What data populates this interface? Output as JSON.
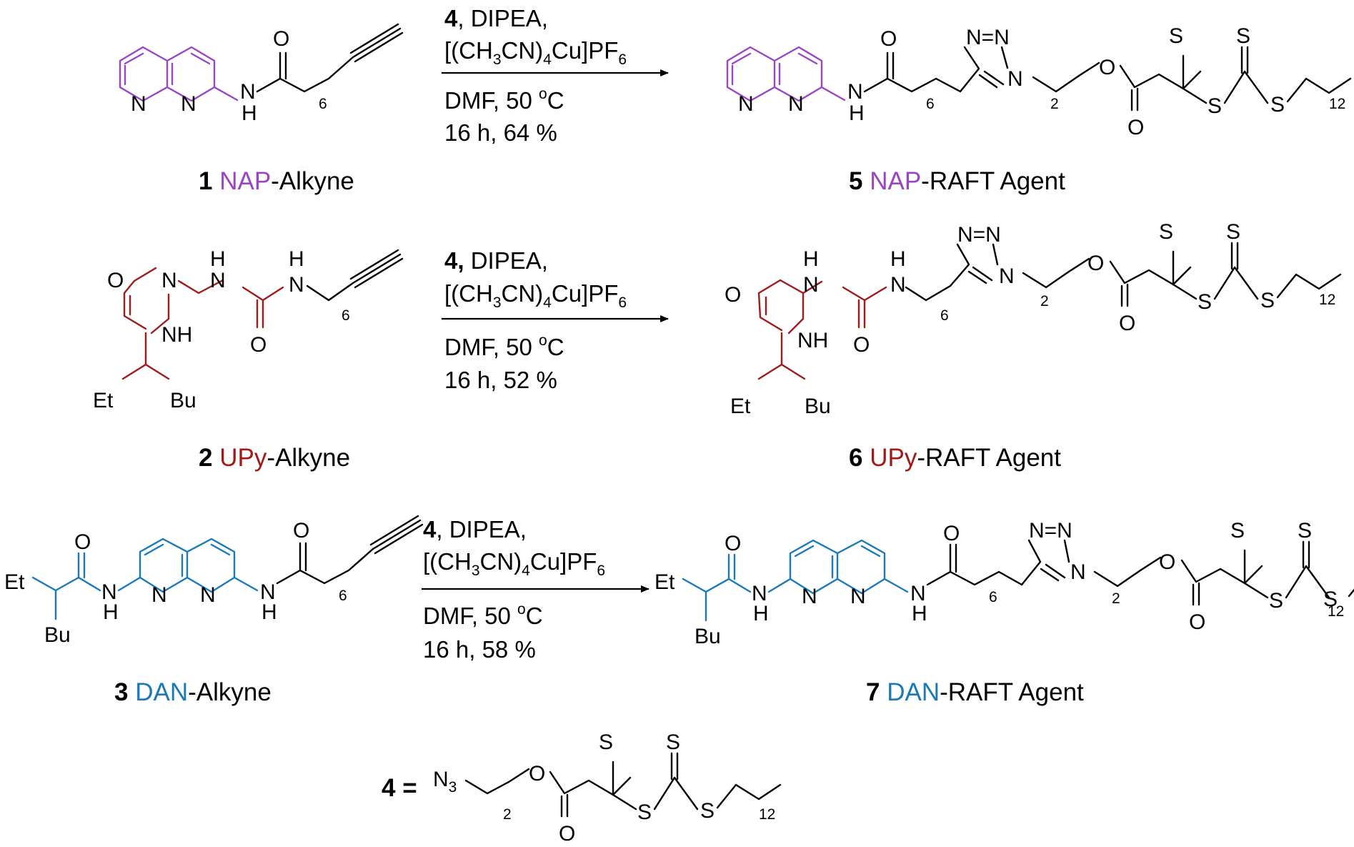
{
  "colors": {
    "nap": "#9b45c5",
    "upy": "#a11a1a",
    "dan": "#1a7ab8",
    "ink": "#000000"
  },
  "atoms": {
    "N": "N",
    "H": "H",
    "O": "O",
    "S": "S",
    "NH": "NH",
    "N_eq_N": "N=N",
    "N_triazole": "N",
    "Et": "Et",
    "Bu": "Bu",
    "N3": "N",
    "N3_sub": "3"
  },
  "subscripts": {
    "six": "6",
    "two": "2",
    "twelve": "12"
  },
  "compounds": [
    {
      "number": "1",
      "motif": "NAP",
      "suffix": "-Alkyne"
    },
    {
      "number": "2",
      "motif": "UPy",
      "suffix": "-Alkyne"
    },
    {
      "number": "3",
      "motif": "DAN",
      "suffix": "-Alkyne"
    },
    {
      "number": "5",
      "motif": "NAP",
      "suffix": "-RAFT Agent"
    },
    {
      "number": "6",
      "motif": "UPy",
      "suffix": "-RAFT Agent"
    },
    {
      "number": "7",
      "motif": "DAN",
      "suffix": "-RAFT Agent"
    }
  ],
  "reactions": [
    {
      "reagent_number": "4",
      "reagent_rest": ", DIPEA,",
      "catalyst": {
        "a": "[(CH",
        "s1": "3",
        "b": "CN)",
        "s2": "4",
        "c": "Cu]PF",
        "s3": "6"
      },
      "solvent": "DMF,  50 ",
      "deg": "o",
      "temp_unit": "C",
      "time": "16 h, 64 %"
    },
    {
      "reagent_number": "4,",
      "reagent_rest": " DIPEA,",
      "catalyst": {
        "a": "[(CH",
        "s1": "3",
        "b": "CN)",
        "s2": "4",
        "c": "Cu]PF",
        "s3": "6"
      },
      "solvent": "DMF,  50 ",
      "deg": "o",
      "temp_unit": "C",
      "time": "16 h, 52 %"
    },
    {
      "reagent_number": "4",
      "reagent_rest": ", DIPEA,",
      "catalyst": {
        "a": "[(CH",
        "s1": "3",
        "b": "CN)",
        "s2": "4",
        "c": "Cu]PF",
        "s3": "6"
      },
      "solvent": "DMF,  50 ",
      "deg": "o",
      "temp_unit": "C",
      "time": "16 h, 58 %"
    }
  ],
  "reagent4": {
    "number": "4",
    "equals": " ="
  }
}
